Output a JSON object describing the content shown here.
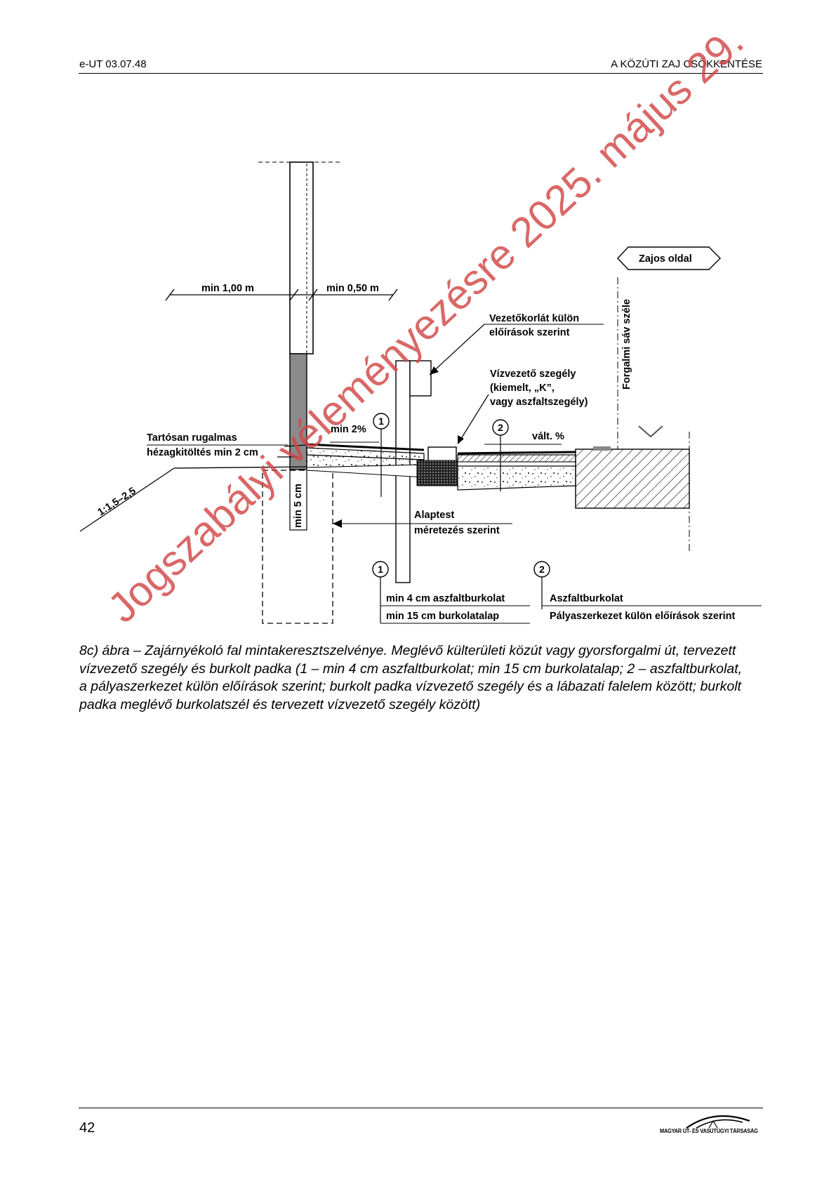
{
  "header": {
    "doc_code": "e-UT 03.07.48",
    "doc_title": "A KÖZÚTI ZAJ CSÖKKENTÉSE"
  },
  "figure": {
    "dims": {
      "left": "min 1,00 m",
      "right": "min 0,50 m",
      "slope": "min 2%",
      "joint_depth": "min 5 cm",
      "variable": "vált. %",
      "embankment": "1:1,5–2,5"
    },
    "labels": {
      "noisy_side": "Zajos oldal",
      "lane_edge": "Forgalmi sáv széle",
      "guardrail_l1": "Vezetőkorlát külön",
      "guardrail_l2": "előírások szerint",
      "curb_l1": "Vízvezető szegély",
      "curb_l2": "(kiemelt, „K”,",
      "curb_l3": "vagy aszfaltszegély)",
      "joint_l1": "Tartósan rugalmas",
      "joint_l2": "hézagkitöltés min 2 cm",
      "found_l1": "Alaptest",
      "found_l2": "méretezés szerint"
    },
    "markers": {
      "one": "1",
      "two": "2"
    },
    "legend": {
      "one_l1": "min 4 cm aszfaltburkolat",
      "one_l2": "min 15 cm burkolatalap",
      "two_l1": "Aszfaltburkolat",
      "two_l2": "Pályaszerkezet külön előírások szerint"
    }
  },
  "caption": {
    "text": "8c) ábra – Zajárnyékoló fal mintakeresztszelvénye. Meglévő külterületi közút vagy gyorsforgalmi út, tervezett vízvezető szegély és burkolt padka (1 – min 4 cm aszfaltburkolat; min 15 cm burkolatalap; 2 – aszfaltburkolat, a pályaszerkezet külön előírások szerint; burkolt padka vízvezető szegély és a lábazati falelem között; burkolt padka meglévő burkolatszél és tervezett vízvezető szegély között)"
  },
  "footer": {
    "page_number": "42",
    "publisher": "MAGYAR ÚT- ÉS VASÚTÜGYI TÁRSASÁG"
  },
  "watermark": {
    "text": "Jogszabályi véleményezésre 2025. május 29."
  },
  "colors": {
    "watermark": "#d24646",
    "wall_base": "#8a8a8a",
    "line": "#000000"
  }
}
